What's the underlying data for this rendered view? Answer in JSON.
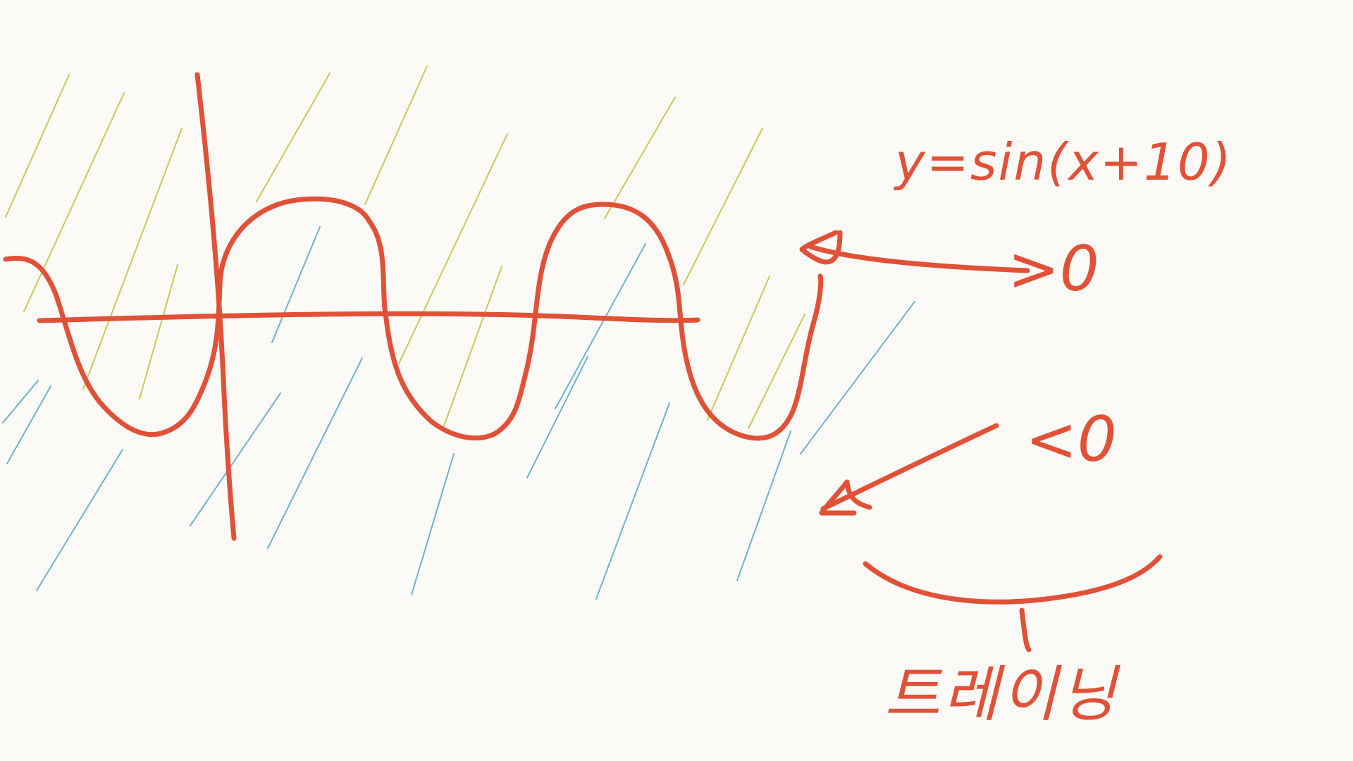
{
  "colors": {
    "ink": "#e05138",
    "shade_yellow": "#c9c95a",
    "shade_blue": "#6fb2d2",
    "paper": "#fbfaf7"
  },
  "labels": {
    "equation": "y=sin(x+10)",
    "greater_than_zero": ">0",
    "less_than_zero": "<0",
    "korean_note": "트레이닝"
  }
}
